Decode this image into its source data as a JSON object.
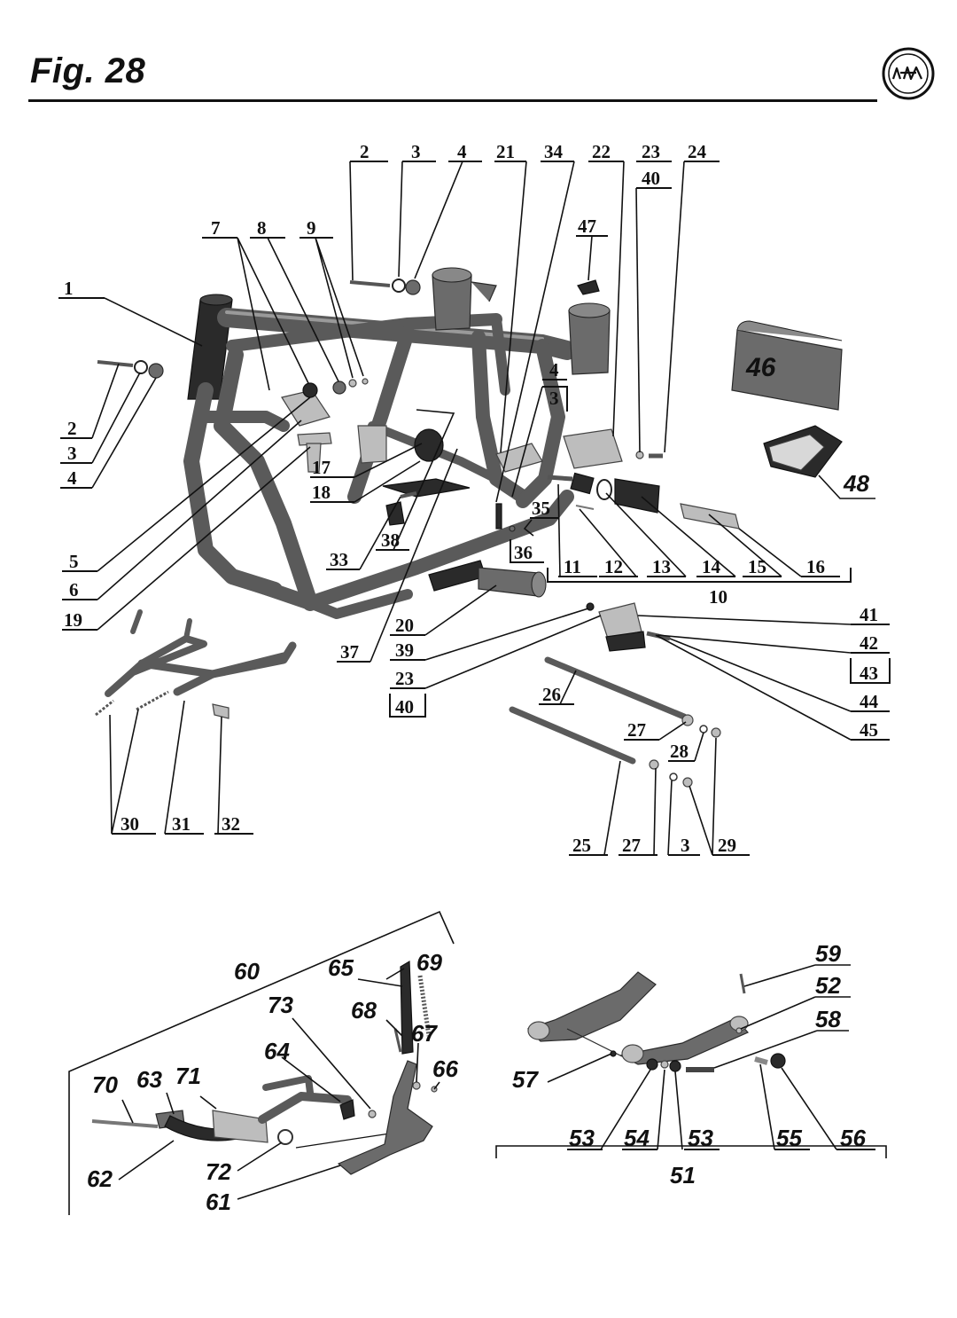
{
  "figure": {
    "title": "Fig. 28"
  },
  "colors": {
    "ink": "#111111",
    "part_dark": "#2a2a2a",
    "part_mid": "#6b6b6b",
    "part_light": "#bdbdbd",
    "background": "#ffffff"
  },
  "icons": {
    "logo": "izh-manufacturer-logo-icon"
  },
  "labels": {
    "l1": "1",
    "l2a": "2",
    "l2b": "2",
    "l3a": "3",
    "l3b": "3",
    "l3c": "3",
    "l3d": "3",
    "l4a": "4",
    "l4b": "4",
    "l4c": "4",
    "l5": "5",
    "l6": "6",
    "l7": "7",
    "l8": "8",
    "l9": "9",
    "l10": "10",
    "l11": "11",
    "l12": "12",
    "l13": "13",
    "l14": "14",
    "l15": "15",
    "l16": "16",
    "l17": "17",
    "l18": "18",
    "l19": "19",
    "l20": "20",
    "l21": "21",
    "l22": "22",
    "l23a": "23",
    "l23b": "23",
    "l24": "24",
    "l25": "25",
    "l26": "26",
    "l27a": "27",
    "l27b": "27",
    "l28": "28",
    "l29": "29",
    "l30": "30",
    "l31": "31",
    "l32": "32",
    "l33": "33",
    "l34": "34",
    "l35": "35",
    "l36": "36",
    "l37": "37",
    "l38": "38",
    "l39": "39",
    "l40a": "40",
    "l40b": "40",
    "l41": "41",
    "l42": "42",
    "l43": "43",
    "l44": "44",
    "l45": "45",
    "l46": "46",
    "l47": "47",
    "l48": "48",
    "l51": "51",
    "l52": "52",
    "l53a": "53",
    "l53b": "53",
    "l54": "54",
    "l55": "55",
    "l56": "56",
    "l57": "57",
    "l58": "58",
    "l59": "59",
    "l60": "60",
    "l61": "61",
    "l62": "62",
    "l63": "63",
    "l64": "64",
    "l65": "65",
    "l66": "66",
    "l67": "67",
    "l68": "68",
    "l69": "69",
    "l70": "70",
    "l71": "71",
    "l72": "72",
    "l73": "73"
  }
}
